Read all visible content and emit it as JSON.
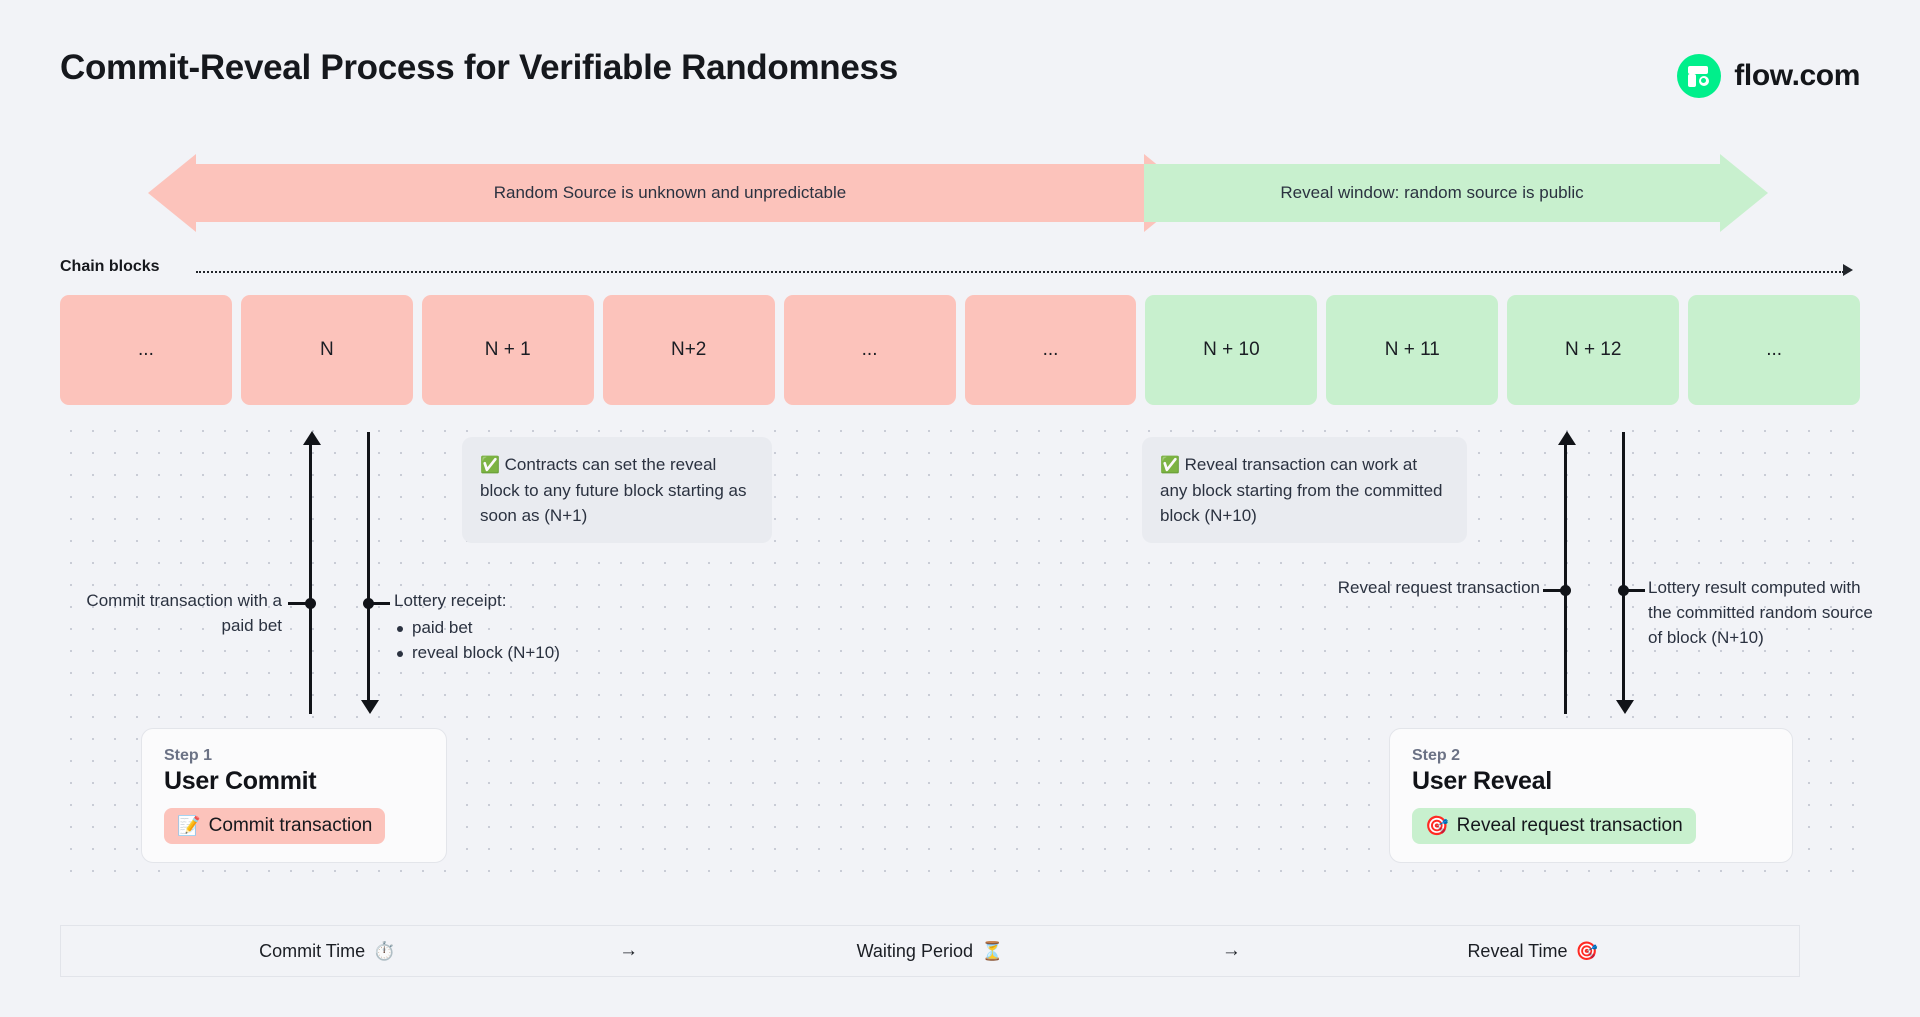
{
  "header": {
    "title": "Commit-Reveal Process for Verifiable Randomness",
    "brand": "flow.com",
    "brand_color": "#00ef8b"
  },
  "banners": [
    {
      "label": "Random Source is unknown and unpredictable",
      "color": "#fcc3bb",
      "direction": "both"
    },
    {
      "label": "Reveal window: random source is public",
      "color": "#c8f0ce",
      "direction": "right"
    }
  ],
  "rail": {
    "label": "Chain blocks"
  },
  "blocks": [
    {
      "label": "...",
      "state": "pink"
    },
    {
      "label": "N",
      "state": "pink"
    },
    {
      "label": "N + 1",
      "state": "pink"
    },
    {
      "label": "N+2",
      "state": "pink"
    },
    {
      "label": "...",
      "state": "pink"
    },
    {
      "label": "...",
      "state": "pink"
    },
    {
      "label": "N + 10",
      "state": "green"
    },
    {
      "label": "N + 11",
      "state": "green"
    },
    {
      "label": "N + 12",
      "state": "green"
    },
    {
      "label": "...",
      "state": "green"
    }
  ],
  "callouts": [
    {
      "icon": "✅",
      "text": "Contracts can set the reveal block to any future block starting as soon as (N+1)"
    },
    {
      "icon": "✅",
      "text": "Reveal transaction can work at any block starting from the committed block (N+10)"
    }
  ],
  "annotations": {
    "commit": "Commit transaction with a paid bet",
    "receipt_title": "Lottery receipt:",
    "receipt_items": [
      "paid bet",
      "reveal block (N+10)"
    ],
    "reveal_request": "Reveal request transaction",
    "lottery_result": "Lottery result computed with the committed random source of block (N+10)"
  },
  "steps": [
    {
      "kicker": "Step 1",
      "title": "User Commit",
      "pill_icon": "📝",
      "pill_label": "Commit transaction",
      "pill_color": "#fcc3bb"
    },
    {
      "kicker": "Step 2",
      "title": "User Reveal",
      "pill_icon": "🎯",
      "pill_label": "Reveal request transaction",
      "pill_color": "#c8f0ce"
    }
  ],
  "timeline": {
    "phases": [
      {
        "label": "Commit Time",
        "icon": "⏱️"
      },
      {
        "label": "Waiting Period",
        "icon": "⏳"
      },
      {
        "label": "Reveal Time",
        "icon": "🎯"
      }
    ],
    "separator": "→"
  }
}
